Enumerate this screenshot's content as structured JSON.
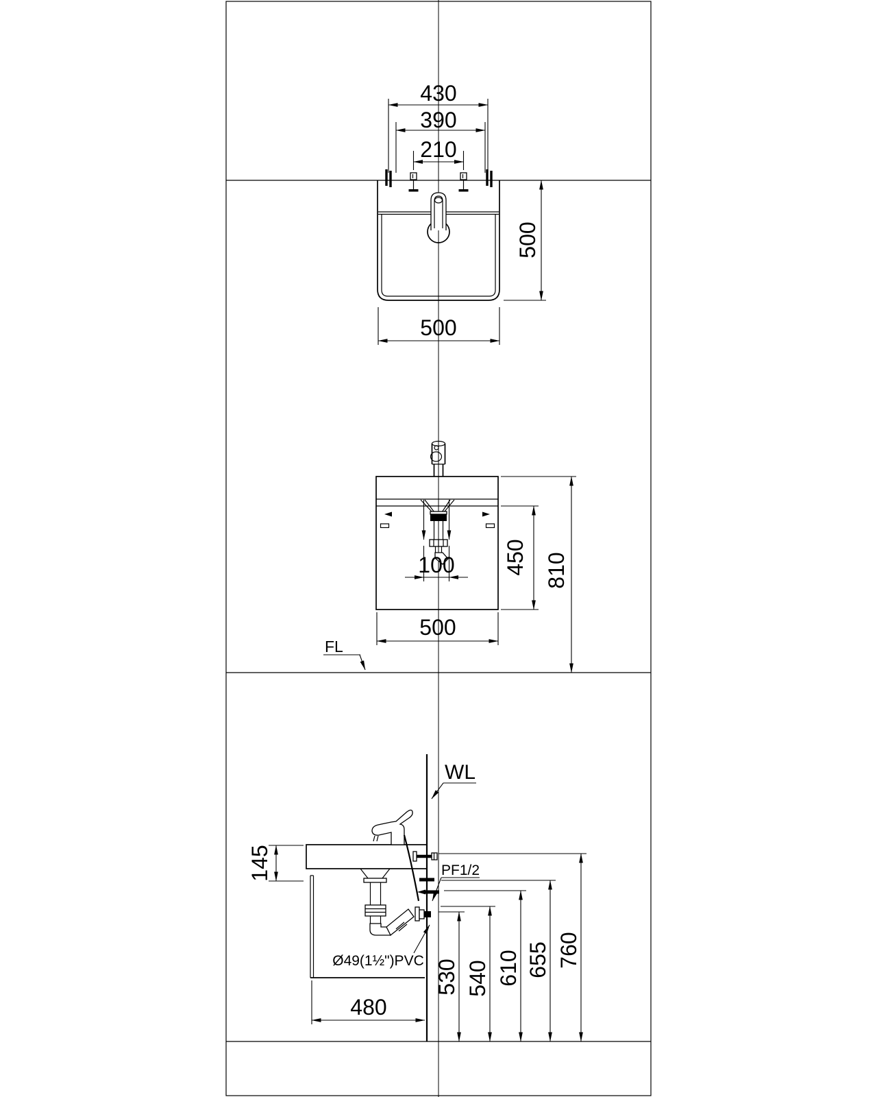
{
  "labels": {
    "floor_line": "FL",
    "wall_line": "WL",
    "supply_connection": "PF1/2",
    "drain_pipe": "Ø49(1½\")PVC"
  },
  "top_view": {
    "bracket_span": "430",
    "hole_span": "390",
    "faucet_hole_centers": "210",
    "depth": "500",
    "width": "500"
  },
  "front_view": {
    "drain_spacing": "100",
    "cabinet_height": "450",
    "total_height": "810",
    "width": "500"
  },
  "side_view": {
    "basin_height": "145",
    "drain_outlet_height": "530",
    "supply_height_1": "540",
    "supply_height_2": "610",
    "supply_height_3": "655",
    "bracket_height": "760",
    "cabinet_depth": "480"
  }
}
